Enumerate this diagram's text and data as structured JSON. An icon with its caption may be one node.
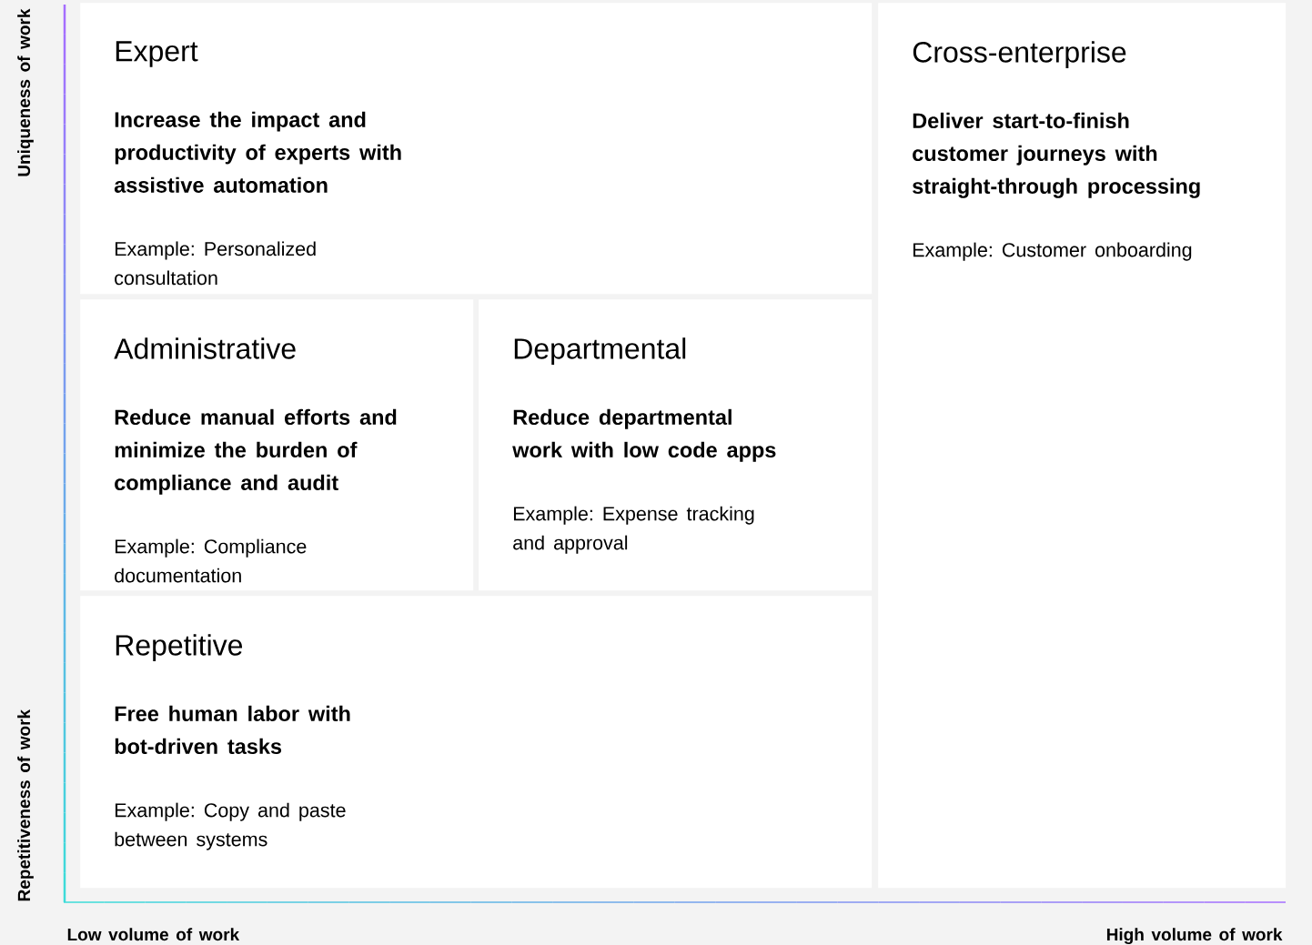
{
  "diagram": {
    "nodes": [
      {
        "text": [
          "Expert",
          "Increase the impact and productivity of experts with assistive automation",
          "Example: Personalized consultation"
        ]
      },
      {
        "text": [
          "Cross-enterprise",
          "Deliver start-to-finish customer journeys with straight-through processing",
          "Example: Customer onboarding"
        ]
      },
      {
        "text": [
          "Administrative",
          "Reduce manual efforts and minimize the burden of compliance and audit",
          "Example: Compliance documentation"
        ]
      },
      {
        "text": [
          "Departmental",
          "Reduce departmental work with low code apps",
          "Example: Expense tracking and approval"
        ]
      },
      {
        "text": [
          "Repetitive",
          "Free human labor with bot-driven tasks",
          "Example: Copy and paste between systems"
        ]
      }
    ],
    "labels": [
      "Uniqueness of work",
      "Repetitiveness of work",
      "Low volume of work",
      "High volume of work"
    ]
  }
}
